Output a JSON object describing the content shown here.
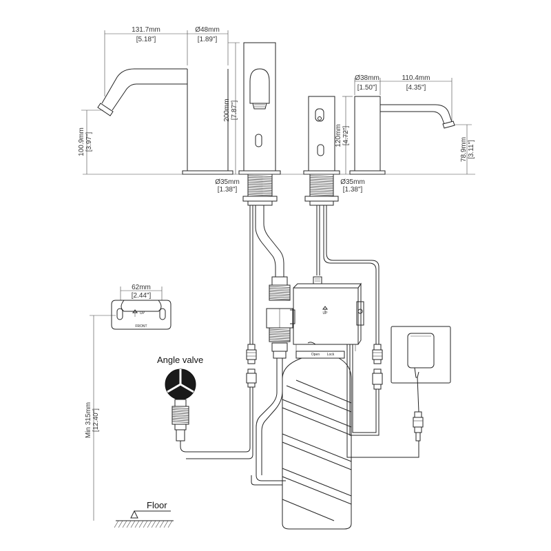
{
  "dims": {
    "spout_reach_left": "131.7mm",
    "spout_reach_left_in": "[5.18\"]",
    "spout_dia_left": "Ø48mm",
    "spout_dia_left_in": "[1.89\"]",
    "outlet_height_left": "100.9mm",
    "outlet_height_left_in": "[3.97\"]",
    "body_height_left": "200mm",
    "body_height_left_in": "[7.87\"]",
    "thread_left": "Ø35mm",
    "thread_left_in": "[1.38\"]",
    "spout_dia_right": "Ø38mm",
    "spout_dia_right_in": "[1.50\"]",
    "spout_reach_right": "110.4mm",
    "spout_reach_right_in": "[4.35\"]",
    "body_height_right": "120mm",
    "body_height_right_in": "[4.72\"]",
    "outlet_height_right": "78.9mm",
    "outlet_height_right_in": "[3.11\"]",
    "thread_right": "Ø35mm",
    "thread_right_in": "[1.38\"]",
    "bracket_width": "62mm",
    "bracket_width_in": "[2.44\"]",
    "min_height": "Min 315mm",
    "min_height_in": "[12.40\"]"
  },
  "labels": {
    "angle_valve": "Angle valve",
    "floor": "Floor",
    "bracket_up": "UP",
    "bracket_front": "FRONT",
    "box_up": "UP",
    "bottle_open": "Open",
    "bottle_lock": "Lock"
  }
}
